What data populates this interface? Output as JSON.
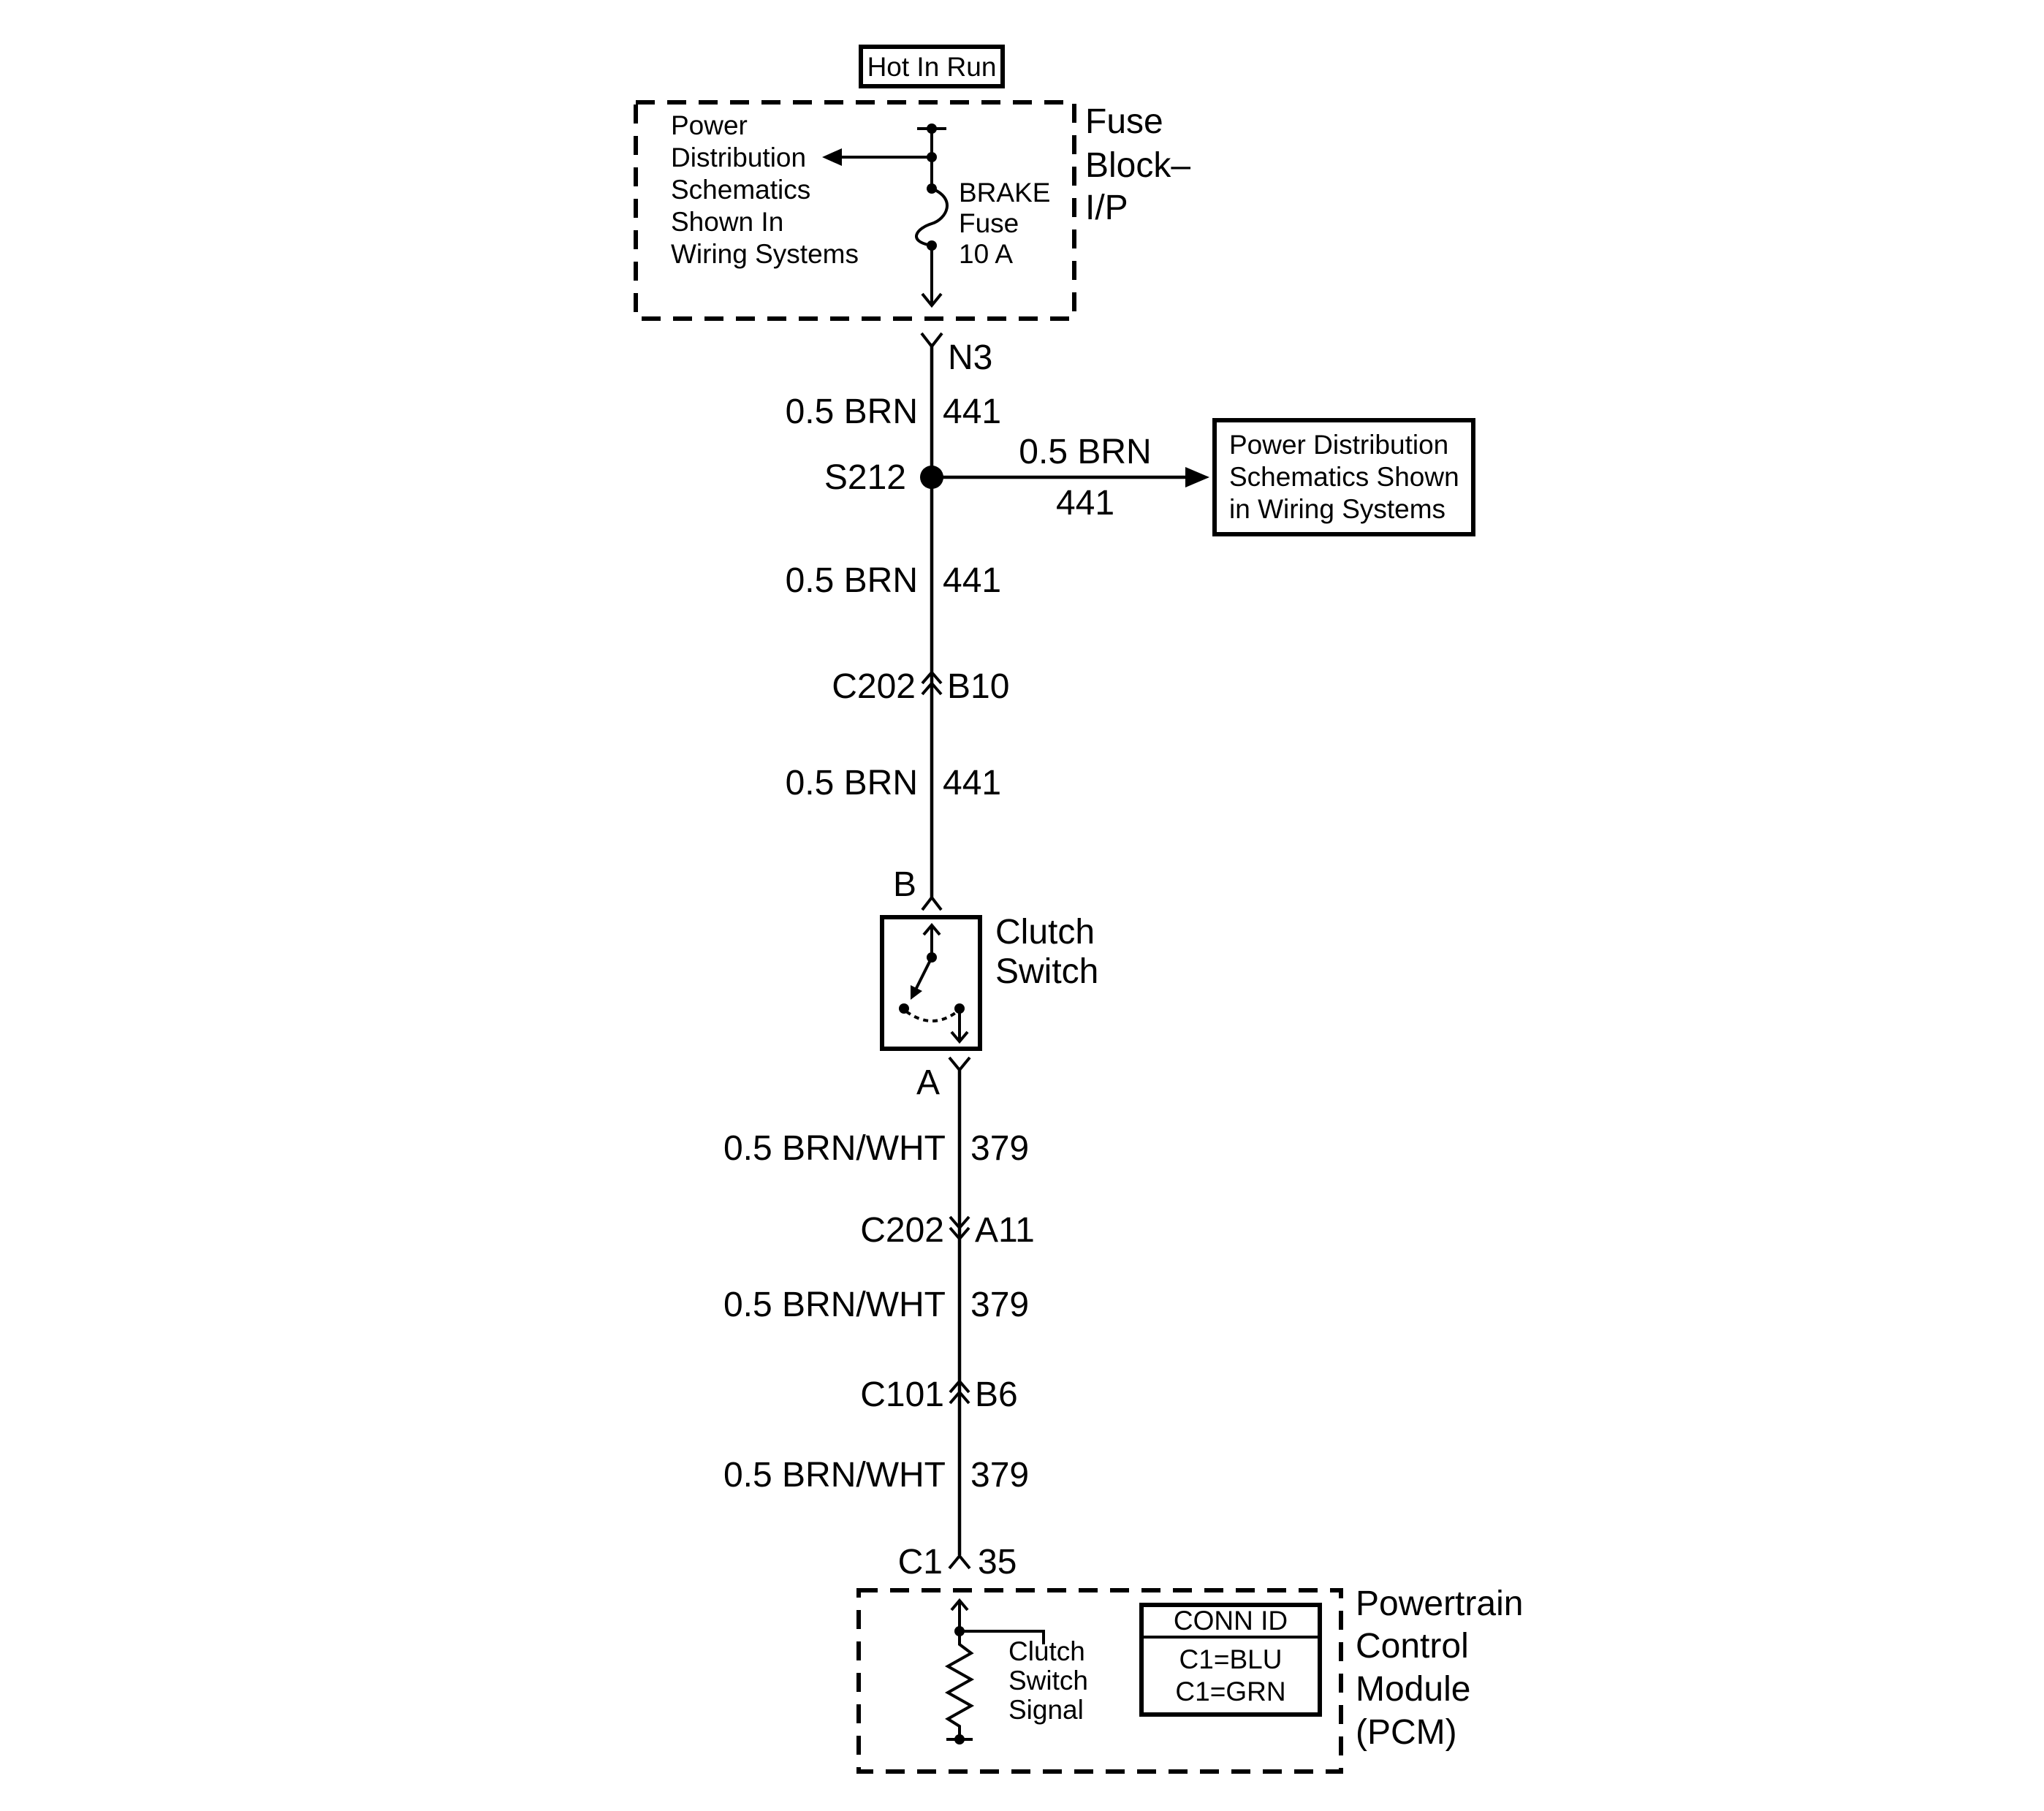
{
  "hot_in_run": "Hot In Run",
  "fuse_block": {
    "name_lines": [
      "Fuse",
      "Block–",
      "I/P"
    ],
    "note_lines": [
      "Power",
      "Distribution",
      "Schematics",
      "Shown In",
      "Wiring Systems"
    ],
    "fuse_lines": [
      "BRAKE",
      "Fuse",
      "10 A"
    ],
    "terminal": "N3"
  },
  "wires": {
    "seg1": {
      "label": "0.5 BRN",
      "circuit": "441"
    },
    "branch": {
      "label": "0.5 BRN",
      "circuit": "441"
    },
    "seg2": {
      "label": "0.5 BRN",
      "circuit": "441"
    },
    "seg3": {
      "label": "0.5 BRN",
      "circuit": "441"
    },
    "seg4": {
      "label": "0.5 BRN/WHT",
      "circuit": "379"
    },
    "seg5": {
      "label": "0.5 BRN/WHT",
      "circuit": "379"
    },
    "seg6": {
      "label": "0.5 BRN/WHT",
      "circuit": "379"
    }
  },
  "splice": "S212",
  "power_dist_box_lines": [
    "Power Distribution",
    "Schematics Shown",
    "in Wiring Systems"
  ],
  "connectors": {
    "c202_b10": {
      "name": "C202",
      "pin": "B10"
    },
    "c202_a11": {
      "name": "C202",
      "pin": "A11"
    },
    "c101_b6": {
      "name": "C101",
      "pin": "B6"
    },
    "c1_35": {
      "name": "C1",
      "pin": "35"
    }
  },
  "clutch_switch": {
    "name_lines": [
      "Clutch",
      "Switch"
    ],
    "pin_top": "B",
    "pin_bottom": "A"
  },
  "pcm": {
    "name_lines": [
      "Powertrain",
      "Control",
      "Module",
      "(PCM)"
    ],
    "signal_lines": [
      "Clutch",
      "Switch",
      "Signal"
    ],
    "conn_id": {
      "title": "CONN ID",
      "rows": [
        "C1=BLU",
        "C1=GRN"
      ]
    }
  }
}
